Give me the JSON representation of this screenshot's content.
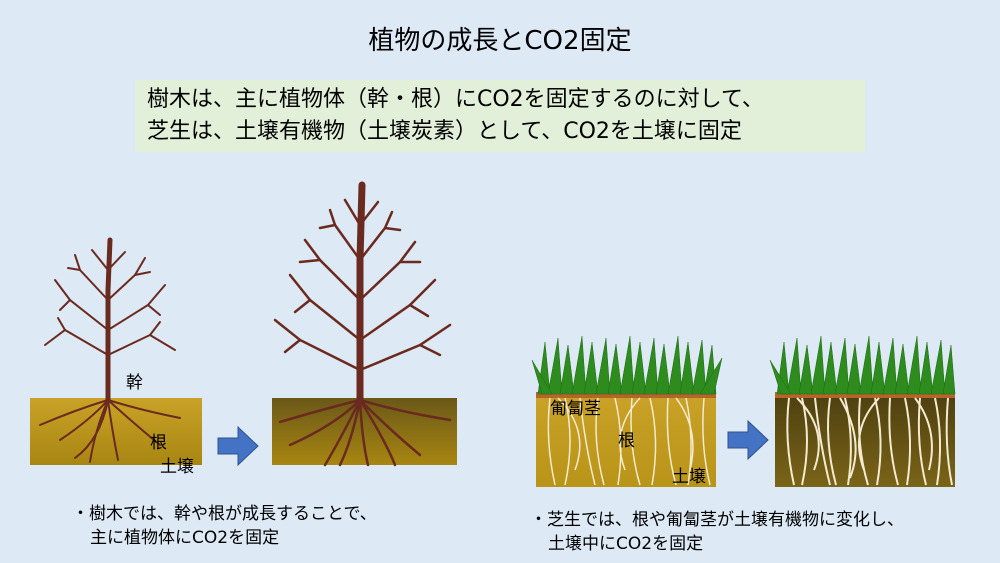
{
  "title": "植物の成長とCO2固定",
  "summary": {
    "line1": "樹木は、主に植物体（幹・根）にCO2を固定するのに対して、",
    "line2": "芝生は、土壌有機物（土壌炭素）として、CO2を土壌に固定"
  },
  "tree": {
    "labels": {
      "trunk": "幹",
      "root": "根",
      "soil": "土壌"
    },
    "caption": {
      "line1": "・樹木では、幹や根が成長することで、",
      "line2": "主に植物体にCO2を固定"
    }
  },
  "turf": {
    "labels": {
      "stolon": "匍匐茎",
      "root": "根",
      "soil": "土壌"
    },
    "caption": {
      "line1": "・芝生では、根や匍匐茎が土壌有機物に変化し、",
      "line2": "土壌中にCO2を固定"
    }
  },
  "colors": {
    "background": "#dde9f5",
    "summary_box": "#e2efd9",
    "arrow": "#4472c4",
    "tree": "#6b2a1f",
    "soil_light": "#c8a020",
    "soil_dark": "#5a4a10",
    "grass": "#2e8b1e"
  }
}
